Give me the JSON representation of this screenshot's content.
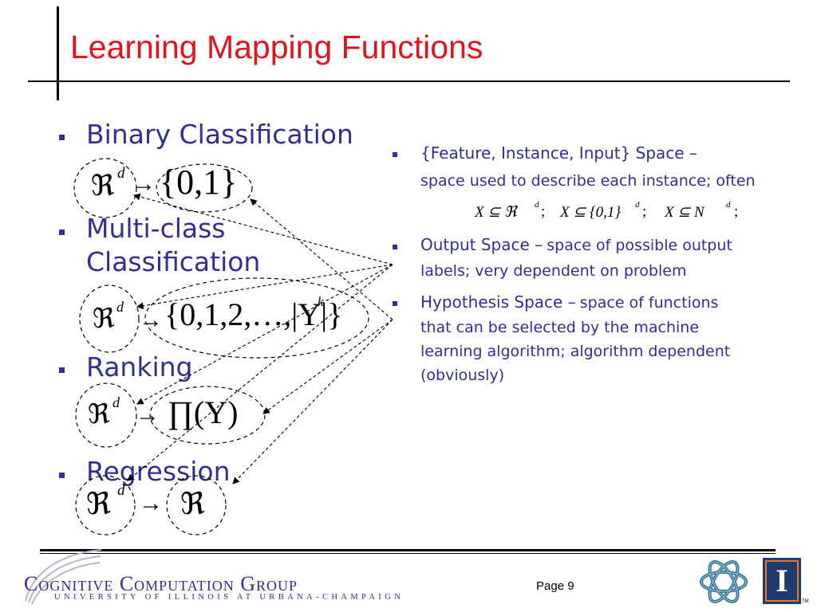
{
  "slide": {
    "title": "Learning Mapping Functions",
    "page_label": "Page 9"
  },
  "left_list": [
    {
      "label": "Binary Classification"
    },
    {
      "label_line1": "Multi-class",
      "label_line2": "Classification"
    },
    {
      "label": "Ranking"
    },
    {
      "label": "Regression"
    }
  ],
  "formulas": {
    "binary": {
      "domain": "ℜ",
      "sup": "d",
      "arrow": "→",
      "codomain": "{0,1}"
    },
    "multiclass": {
      "domain": "ℜ",
      "sup": "d",
      "arrow": "→",
      "codomain": "{0,1,2,…,|Y|}",
      "codomain_sup": "k"
    },
    "ranking": {
      "domain": "ℜ",
      "sup": "d",
      "arrow": "→",
      "codomain": "∏(Y)"
    },
    "regression": {
      "domain": "ℜ",
      "sup": "d",
      "arrow": "→",
      "codomain": "ℜ"
    }
  },
  "right_list": [
    {
      "heading": "{Feature, Instance, Input} Space –",
      "body": "space used to describe each instance; often"
    },
    {
      "heading": "Output Space –",
      "body": "space of possible output",
      "body_line2": "labels; very dependent on problem"
    },
    {
      "heading": "Hypothesis Space –",
      "body": "space of functions",
      "body_line2": "that can be selected by the machine",
      "body_line3": "learning algorithm; algorithm dependent",
      "body_line4": "(obviously)"
    }
  ],
  "space_formulas": {
    "f1": "X ⊆ ℜ",
    "f1_sup": "d",
    "f1_end": ";",
    "f2": "X ⊆ {0,1}",
    "f2_sup": "d",
    "f2_end": ";",
    "f3": "X ⊆ N",
    "f3_sup": "d",
    "f3_end": ";"
  },
  "footer": {
    "logo_main": "Cognitive Computation Group",
    "logo_sub": "UNIVERSITY OF ILLINOIS AT URBANA-CHAMPAIGN",
    "right_logo_letter": "I",
    "tm": "TM"
  }
}
